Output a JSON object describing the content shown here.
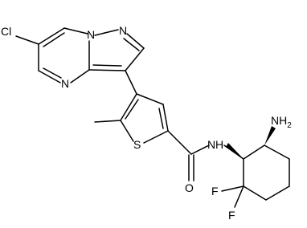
{
  "molecule": {
    "atom_labels": {
      "chlorine": "Cl",
      "n_bridge": "N",
      "n_pyrazole": "N",
      "n_pyrimidine": "N",
      "sulfur": "S",
      "oxygen": "O",
      "n_amide": "N",
      "h_amide": "H",
      "amine": "NH2",
      "fluorine_1": "F",
      "fluorine_2": "F"
    }
  }
}
